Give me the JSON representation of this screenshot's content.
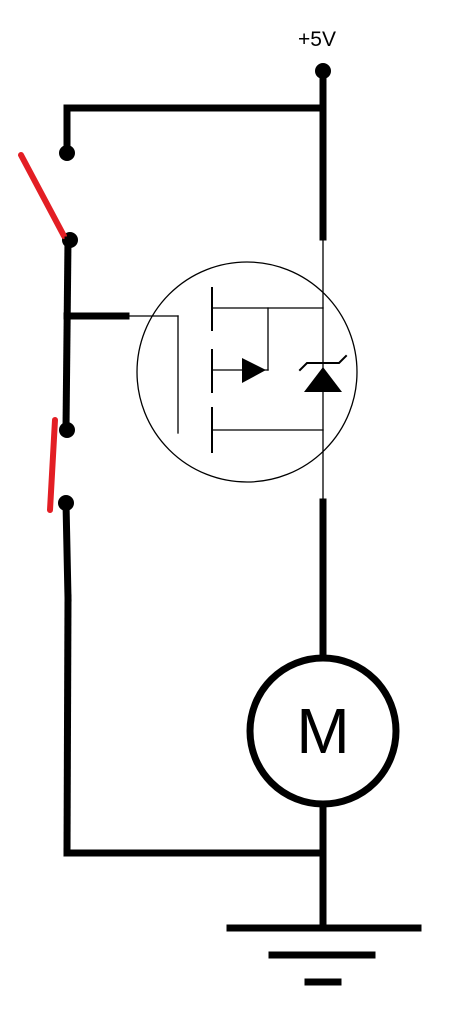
{
  "diagram": {
    "supply_label": "+5V",
    "motor_label": "M",
    "colors": {
      "wire": "#000000",
      "switch": "#e31e24",
      "background": "#ffffff"
    },
    "components": {
      "supply": "terminal",
      "switch_top": "switch",
      "switch_bottom": "switch",
      "mosfet": "mosfet-with-zener",
      "motor": "motor",
      "ground": "ground"
    }
  }
}
